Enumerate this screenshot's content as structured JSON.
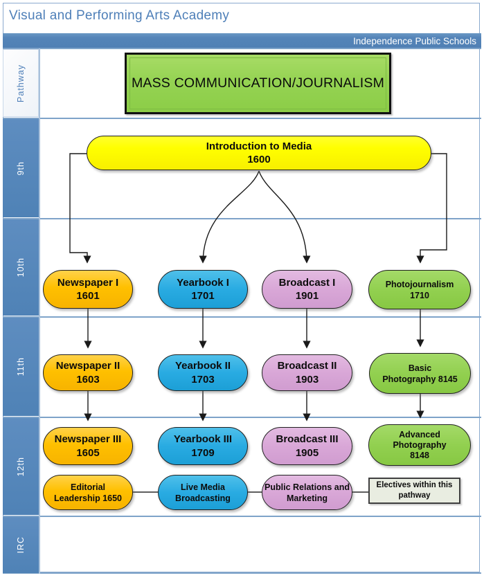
{
  "header": {
    "academy": "Visual and Performing Arts Academy",
    "district": "Independence Public Schools"
  },
  "pathway_box": {
    "title": "MASS COMMUNICATION/JOURNALISM"
  },
  "sidebar": {
    "rows": [
      {
        "label": "Pathway"
      },
      {
        "label": "9th"
      },
      {
        "label": "10th"
      },
      {
        "label": "11th"
      },
      {
        "label": "12th"
      },
      {
        "label": "IRC"
      }
    ]
  },
  "courses": {
    "intro": {
      "line1": "Introduction to Media",
      "line2": "1600"
    },
    "newspaper1": {
      "line1": "Newspaper I",
      "line2": "1601"
    },
    "yearbook1": {
      "line1": "Yearbook I",
      "line2": "1701"
    },
    "broadcast1": {
      "line1": "Broadcast I",
      "line2": "1901"
    },
    "photojournalism": {
      "line1": "Photojournalism",
      "line2": "1710"
    },
    "newspaper2": {
      "line1": "Newspaper II",
      "line2": "1603"
    },
    "yearbook2": {
      "line1": "Yearbook II",
      "line2": "1703"
    },
    "broadcast2": {
      "line1": "Broadcast II",
      "line2": "1903"
    },
    "basic_photography": {
      "line1": "Basic",
      "line2": "Photography 8145"
    },
    "newspaper3": {
      "line1": "Newspaper III",
      "line2": "1605"
    },
    "yearbook3": {
      "line1": "Yearbook III",
      "line2": "1709"
    },
    "broadcast3": {
      "line1": "Broadcast III",
      "line2": "1905"
    },
    "advanced_photography": {
      "line1": "Advanced",
      "line2": "Photography",
      "line3": "8148"
    },
    "editorial_leadership": {
      "line1": "Editorial",
      "line2": "Leadership 1650"
    },
    "live_media": {
      "line1": "Live Media",
      "line2": "Broadcasting"
    },
    "public_relations": {
      "line1": "Public Relations and",
      "line2": "Marketing"
    },
    "electives_note": {
      "line1": "Electives within this",
      "line2": "pathway"
    }
  },
  "colors": {
    "intro_yellow": "#FFFF00",
    "newspaper_orange": "#FFC000",
    "yearbook_blue": "#29ABE2",
    "broadcast_pink": "#D9A7D7",
    "photography_green": "#92D050",
    "band_steel_blue": "#5484B8",
    "note_fill": "#E9EDE1",
    "title_text_blue": "#4E7FB8"
  }
}
